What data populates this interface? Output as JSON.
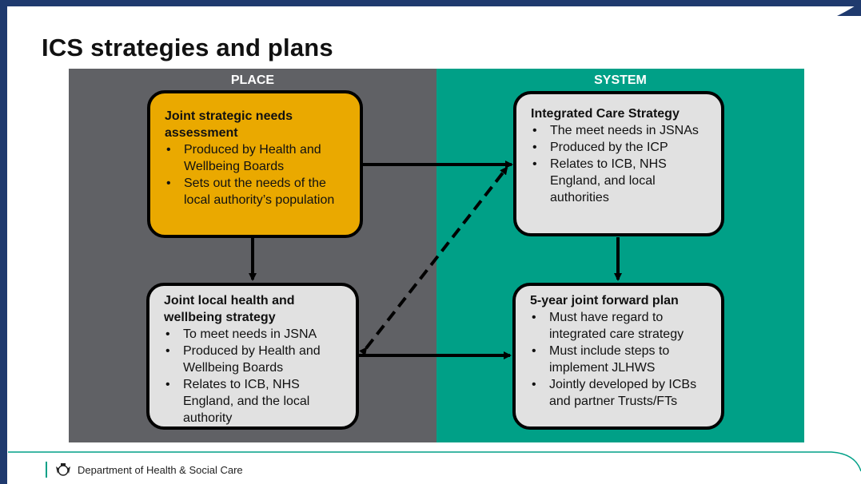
{
  "slide": {
    "title": "ICS strategies and plans"
  },
  "panels": {
    "place_label": "PLACE",
    "system_label": "SYSTEM"
  },
  "boxes": {
    "jsna": {
      "title": "Joint strategic needs assessment",
      "bullets": [
        "Produced by Health and Wellbeing Boards",
        "Sets out the needs of the local authority’s population"
      ]
    },
    "ics_strategy": {
      "title": "Integrated Care Strategy",
      "bullets": [
        "The meet needs in JSNAs",
        "Produced by the ICP",
        "Relates to ICB, NHS England, and local authorities"
      ]
    },
    "jlhws": {
      "title": "Joint local health and wellbeing strategy",
      "bullets": [
        "To meet needs in JSNA",
        "Produced by Health and Wellbeing Boards",
        "Relates to ICB, NHS England, and the local authority"
      ]
    },
    "forward_plan": {
      "title": "5-year joint forward plan",
      "bullets": [
        "Must have regard to integrated care strategy",
        "Must include steps to implement JLHWS",
        "Jointly developed by ICBs and partner Trusts/FTs"
      ]
    }
  },
  "footer": {
    "organisation": "Department of Health & Social Care"
  },
  "colors": {
    "place": "#606165",
    "system": "#00a087",
    "highlight_box": "#eaa900",
    "box": "#e1e1e1",
    "brand_navy": "#1f3a6e"
  }
}
